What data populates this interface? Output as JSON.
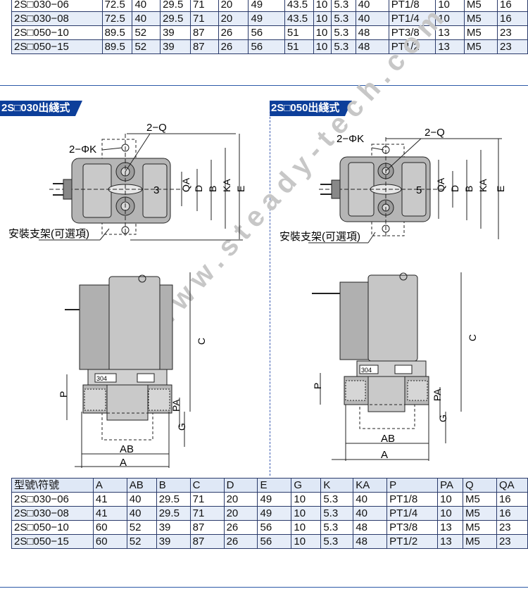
{
  "top_table": {
    "rows": [
      [
        "2S□030−06",
        "72.5",
        "40",
        "29.5",
        "71",
        "20",
        "49",
        "43.5",
        "10",
        "5.3",
        "40",
        "PT1/8",
        "10",
        "M5",
        "16"
      ],
      [
        "2S□030−08",
        "72.5",
        "40",
        "29.5",
        "71",
        "20",
        "49",
        "43.5",
        "10",
        "5.3",
        "40",
        "PT1/4",
        "10",
        "M5",
        "16"
      ],
      [
        "2S□050−10",
        "89.5",
        "52",
        "39",
        "87",
        "26",
        "56",
        "51",
        "10",
        "5.3",
        "48",
        "PT3/8",
        "13",
        "M5",
        "23"
      ],
      [
        "2S□050−15",
        "89.5",
        "52",
        "39",
        "87",
        "26",
        "56",
        "51",
        "10",
        "5.3",
        "48",
        "PT1/2",
        "13",
        "M5",
        "23"
      ]
    ]
  },
  "left_section": {
    "title": "2S□030出綫式",
    "label_2q": "2−Q",
    "label_2phik": "2−ΦK",
    "label_mount": "安裝支架(可選項)",
    "label_3": "3",
    "label_qa": "QA",
    "label_d": "D",
    "label_b": "B",
    "label_ka": "KA",
    "label_e": "E",
    "label_c": "C",
    "label_p": "P",
    "label_pa": "PA",
    "label_g": "G",
    "label_ab": "AB",
    "label_a": "A",
    "label_304": "304"
  },
  "right_section": {
    "title": "2S□050出綫式",
    "label_2q": "2−Q",
    "label_2phik": "2−ΦK",
    "label_mount": "安裝支架(可選項)",
    "label_5": "5",
    "label_qa": "QA",
    "label_d": "D",
    "label_b": "B",
    "label_ka": "KA",
    "label_e": "E",
    "label_c": "C",
    "label_p": "P",
    "label_pa": "PA",
    "label_g": "G",
    "label_ab": "AB",
    "label_a": "A",
    "label_304": "304"
  },
  "watermark": "www.steady-tech.com",
  "bottom_table": {
    "headers": [
      "型號\\符號",
      "A",
      "AB",
      "B",
      "C",
      "D",
      "E",
      "G",
      "K",
      "KA",
      "P",
      "PA",
      "Q",
      "QA"
    ],
    "rows": [
      [
        "2S□030−06",
        "41",
        "40",
        "29.5",
        "71",
        "20",
        "49",
        "10",
        "5.3",
        "40",
        "PT1/8",
        "10",
        "M5",
        "16"
      ],
      [
        "2S□030−08",
        "41",
        "40",
        "29.5",
        "71",
        "20",
        "49",
        "10",
        "5.3",
        "40",
        "PT1/4",
        "10",
        "M5",
        "16"
      ],
      [
        "2S□050−10",
        "60",
        "52",
        "39",
        "87",
        "26",
        "56",
        "10",
        "5.3",
        "48",
        "PT3/8",
        "13",
        "M5",
        "23"
      ],
      [
        "2S□050−15",
        "60",
        "52",
        "39",
        "87",
        "26",
        "56",
        "10",
        "5.3",
        "48",
        "PT1/2",
        "13",
        "M5",
        "23"
      ]
    ]
  },
  "colors": {
    "accent": "#0d3f9a",
    "rule": "#2c5aa8",
    "table_stripe": "#e6edf8"
  }
}
